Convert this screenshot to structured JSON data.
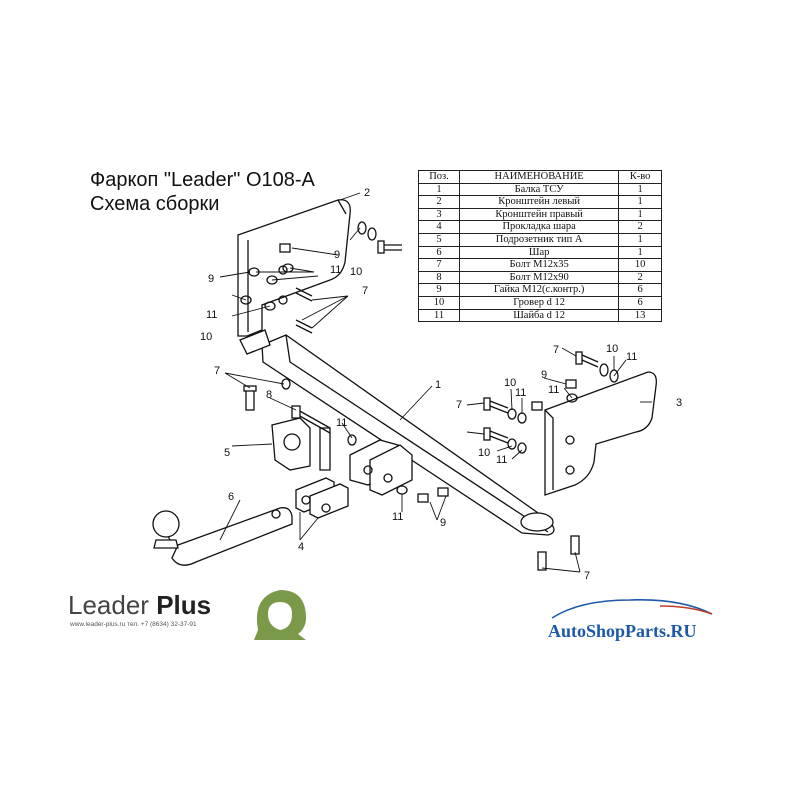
{
  "title": {
    "line1": "Фаркоп \"Leader\" O108-A",
    "line2": "Схема сборки"
  },
  "table": {
    "headers": [
      "Поз.",
      "НАИМЕНОВАНИЕ",
      "К-во"
    ],
    "rows": [
      [
        "1",
        "Балка ТСУ",
        "1"
      ],
      [
        "2",
        "Кронштейн левый",
        "1"
      ],
      [
        "3",
        "Кронштейн правый",
        "1"
      ],
      [
        "4",
        "Прокладка шара",
        "2"
      ],
      [
        "5",
        "Подрозетник тип А",
        "1"
      ],
      [
        "6",
        "Шар",
        "1"
      ],
      [
        "7",
        "Болт М12х35",
        "10"
      ],
      [
        "8",
        "Болт М12х90",
        "2"
      ],
      [
        "9",
        "Гайка М12(с.контр.)",
        "6"
      ],
      [
        "10",
        "Гровер d 12",
        "6"
      ],
      [
        "11",
        "Шайба d 12",
        "13"
      ]
    ]
  },
  "callouts": {
    "c1": "1",
    "c2": "2",
    "c3": "3",
    "c4": "4",
    "c5": "5",
    "c6": "6",
    "c7a": "7",
    "c7b": "7",
    "c7c": "7",
    "c7d": "7",
    "c7e": "7",
    "c8": "8",
    "c9a": "9",
    "c9b": "9",
    "c9c": "9",
    "c9d": "9",
    "c10a": "10",
    "c10b": "10",
    "c10c": "10",
    "c10d": "10",
    "c10e": "10",
    "c11a": "11",
    "c11b": "11",
    "c11c": "11",
    "c11d": "11",
    "c11e": "11",
    "c11f": "11",
    "c11g": "11",
    "c11h": "11"
  },
  "branding": {
    "logo_word1": "Leader",
    "logo_word2": "Plus",
    "contacts": "www.leader-plus.ru   тел. +7 (8634) 32-37-91",
    "shop": "AutoShopParts.RU"
  },
  "colors": {
    "ink": "#111111",
    "logo_green": "#7a9a4a",
    "shop_blue": "#1c5aa8",
    "car_red": "#c0392b"
  }
}
